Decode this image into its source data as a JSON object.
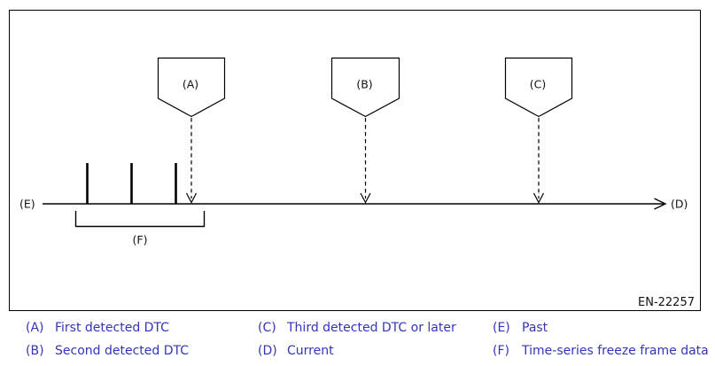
{
  "figure": {
    "code": "EN-22257",
    "timeline": {
      "past_label": "(E)",
      "current_label": "(D)"
    },
    "markers": [
      {
        "label": "(A)"
      },
      {
        "label": "(B)"
      },
      {
        "label": "(C)"
      }
    ],
    "bracket_label": "(F)"
  },
  "legend": {
    "text_color": "#3434bb",
    "columns": [
      {
        "items": [
          {
            "key": "(A)",
            "text": "First detected DTC"
          },
          {
            "key": "(B)",
            "text": "Second detected DTC"
          }
        ]
      },
      {
        "items": [
          {
            "key": "(C)",
            "text": "Third detected DTC or later"
          },
          {
            "key": "(D)",
            "text": "Current"
          }
        ]
      },
      {
        "items": [
          {
            "key": "(E)",
            "text": "Past"
          },
          {
            "key": "(F)",
            "text": "Time-series freeze frame data"
          }
        ]
      }
    ]
  }
}
